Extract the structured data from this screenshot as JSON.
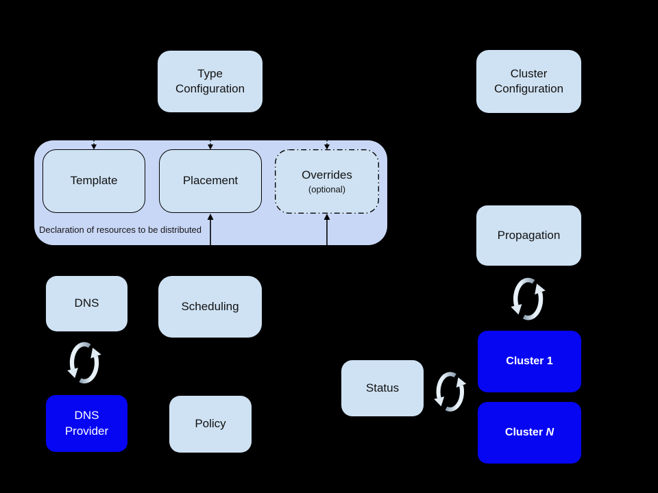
{
  "colors": {
    "background": "#000000",
    "light_box": "#cfe2f3",
    "container_box": "#c9d7f6",
    "blue_box": "#0606f2",
    "text_dark": "#111111",
    "text_light": "#ffffff",
    "sync_light": "#e8f1f8",
    "sync_dark": "#8da1b2"
  },
  "top_row": {
    "type_configuration": "Type\nConfiguration",
    "cluster_configuration": "Cluster\nConfiguration"
  },
  "resource_container": {
    "template": "Template",
    "placement": "Placement",
    "overrides": "Overrides",
    "overrides_note": "(optional)",
    "caption": "Declaration of resources to be distributed"
  },
  "controllers": {
    "propagation": "Propagation",
    "dns": "DNS",
    "scheduling": "Scheduling",
    "policy": "Policy",
    "status": "Status"
  },
  "external": {
    "dns_provider": "DNS\nProvider",
    "cluster_1": "Cluster 1",
    "cluster_n_prefix": "Cluster ",
    "cluster_n_suffix": "N"
  },
  "icons": {
    "sync": "sync-cycle-icon"
  }
}
